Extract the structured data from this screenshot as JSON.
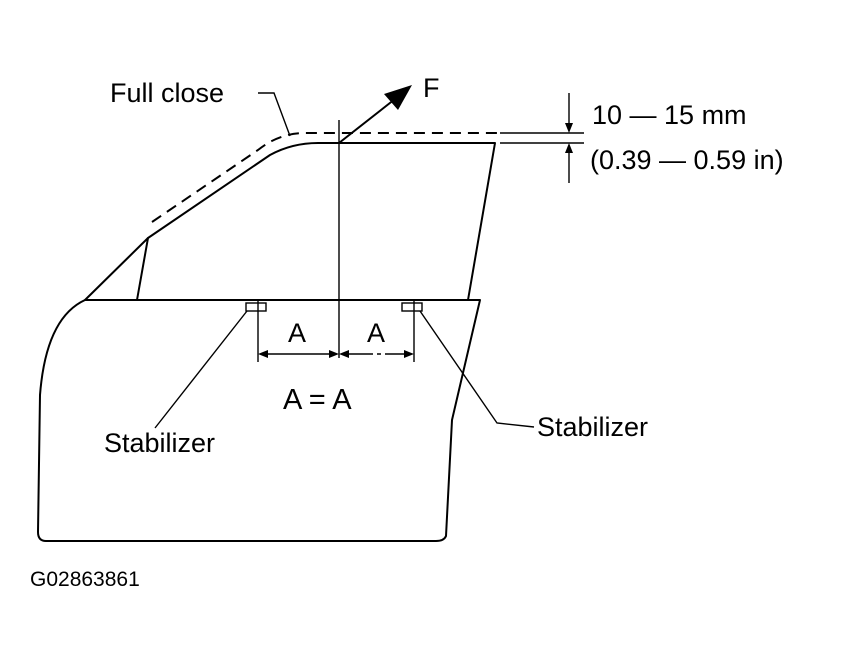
{
  "labels": {
    "full_close": "Full close",
    "force": "F",
    "gap_mm": "10 — 15 mm",
    "gap_in": "(0.39 — 0.59 in)",
    "dim_a_left": "A",
    "dim_a_right": "A",
    "equation": "A = A",
    "stabilizer_left": "Stabilizer",
    "stabilizer_right": "Stabilizer",
    "figure_code": "G02863861"
  }
}
